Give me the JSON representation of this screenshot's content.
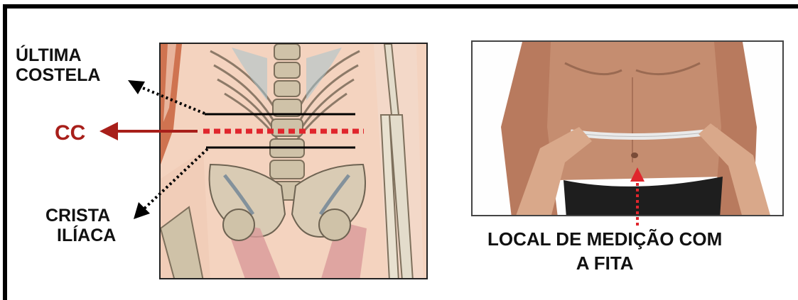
{
  "labels": {
    "ultima_line1": "ÚLTIMA",
    "ultima_line2": "COSTELA",
    "cc": "CC",
    "crista_line1": "CRISTA",
    "crista_line2": "ILÍACA",
    "local_line1": "LOCAL DE MEDIÇÃO COM",
    "local_line2": "A FITA"
  },
  "colors": {
    "accent_red": "#a81f1a",
    "measure_line_red": "#e0262d",
    "text_black": "#111111",
    "frame_black": "#000000",
    "anatomy_skin": "#f4d3bf",
    "photo_skin": "#c58d70"
  },
  "icons": {
    "cc_arrow": "left-arrow-icon",
    "ultima_arrow": "dotted-arrow-icon",
    "crista_arrow": "dotted-arrow-icon",
    "navel_arrow": "dotted-up-arrow-icon"
  }
}
